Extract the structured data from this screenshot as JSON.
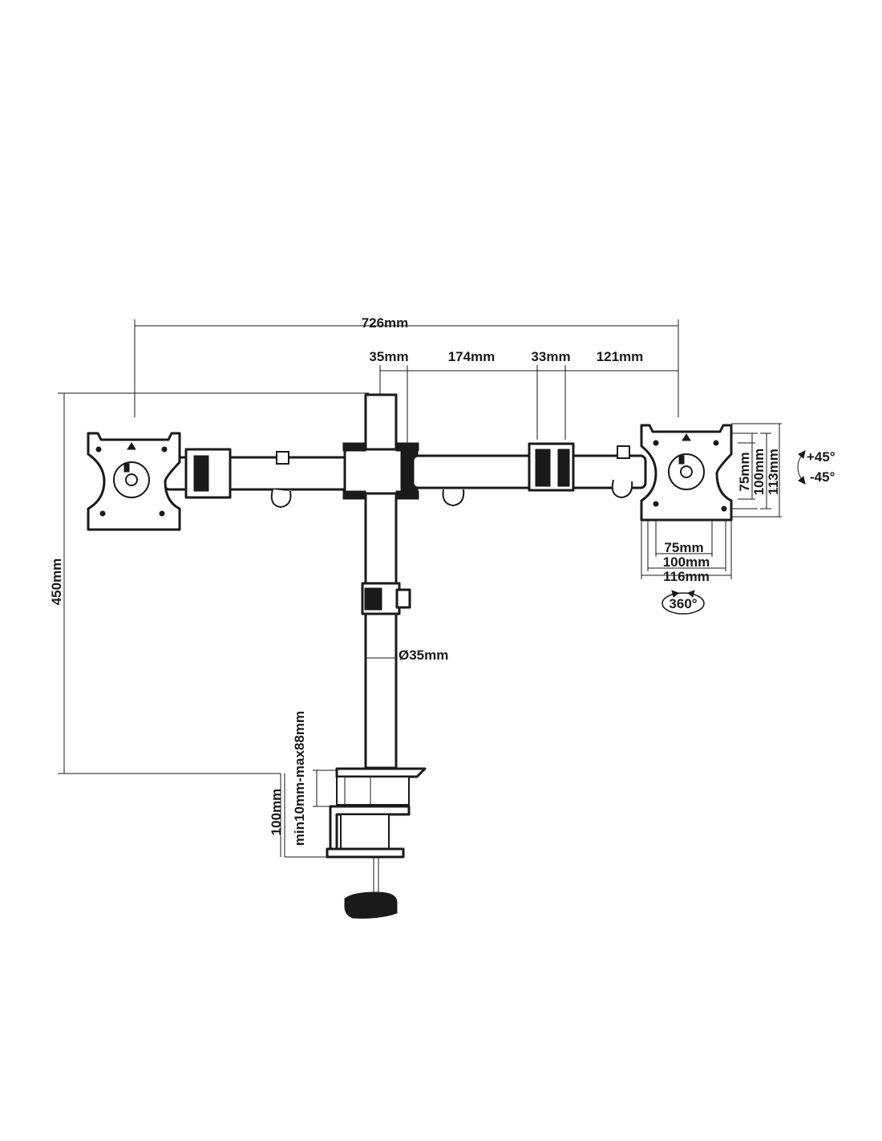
{
  "dimensions": {
    "total_width": "726mm",
    "pole_width": "35mm",
    "arm_segment": "174mm",
    "joint_width": "33mm",
    "end_segment": "121mm",
    "height": "450mm",
    "pole_diameter": "Ø35mm",
    "clamp_height": "100mm",
    "desk_thickness": "min10mm-max88mm"
  },
  "vesa_plate": {
    "width_75": "75mm",
    "width_100": "100mm",
    "width_116": "116mm",
    "height_75": "75mm",
    "height_100": "100mm",
    "height_113": "113mm"
  },
  "rotation": {
    "tilt_up": "+45°",
    "tilt_down": "-45°",
    "swivel": "360°"
  }
}
